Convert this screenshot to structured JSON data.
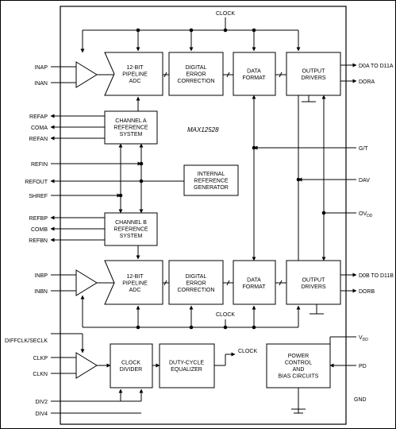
{
  "chip_name": "MAX12528",
  "clock_labels": {
    "top": "CLOCK",
    "mid": "CLOCK",
    "div": "CLOCK"
  },
  "blocks": {
    "adc_a": {
      "lines": [
        "12-BIT",
        "PIPELINE",
        "ADC"
      ]
    },
    "dec_a": {
      "lines": [
        "DIGITAL",
        "ERROR",
        "CORRECTION"
      ]
    },
    "fmt_a": {
      "lines": [
        "DATA",
        "FORMAT"
      ]
    },
    "drv_a": {
      "lines": [
        "OUTPUT",
        "DRIVERS"
      ]
    },
    "ref_a": {
      "lines": [
        "CHANNEL A",
        "REFERENCE",
        "SYSTEM"
      ]
    },
    "ref_gen": {
      "lines": [
        "INTERNAL",
        "REFERENCE",
        "GENERATOR"
      ]
    },
    "ref_b": {
      "lines": [
        "CHANNEL B",
        "REFERENCE",
        "SYSTEM"
      ]
    },
    "adc_b": {
      "lines": [
        "12-BIT",
        "PIPELINE",
        "ADC"
      ]
    },
    "dec_b": {
      "lines": [
        "DIGITAL",
        "ERROR",
        "CORRECTION"
      ]
    },
    "fmt_b": {
      "lines": [
        "DATA",
        "FORMAT"
      ]
    },
    "drv_b": {
      "lines": [
        "OUTPUT",
        "DRIVERS"
      ]
    },
    "clkdiv": {
      "lines": [
        "CLOCK",
        "DIVIDER"
      ]
    },
    "duty": {
      "lines": [
        "DUTY-CYCLE",
        "EQUALIZER"
      ]
    },
    "power": {
      "lines": [
        "POWER",
        "CONTROL",
        "AND",
        "BIAS CIRCUITS"
      ]
    }
  },
  "pins_left": {
    "inap": "INAP",
    "inan": "INAN",
    "refap": "REFAP",
    "coma": "COMA",
    "refan": "REFAN",
    "refin": "REFIN",
    "refout": "REFOUT",
    "shref": "SHREF",
    "refbp": "REFBP",
    "comb": "COMB",
    "refbn": "REFBN",
    "inbp": "INBP",
    "inbn": "INBN",
    "diffclk": "DIFFCLK/SECLK",
    "clkp": "CLKP",
    "clkn": "CLKN",
    "div2": "DIV2",
    "div4": "DIV4"
  },
  "pins_right": {
    "d0a": "D0A TO D11A",
    "dora": "DORA",
    "gt": "G/T",
    "dav": "DAV",
    "ovdd": "OV",
    "d0b": "D0B TO D11B",
    "dorb": "DORB",
    "vdd": "V",
    "pd": "PD",
    "gnd": "GND"
  },
  "subscripts": {
    "ovdd": "DD",
    "vdd": "DD"
  }
}
